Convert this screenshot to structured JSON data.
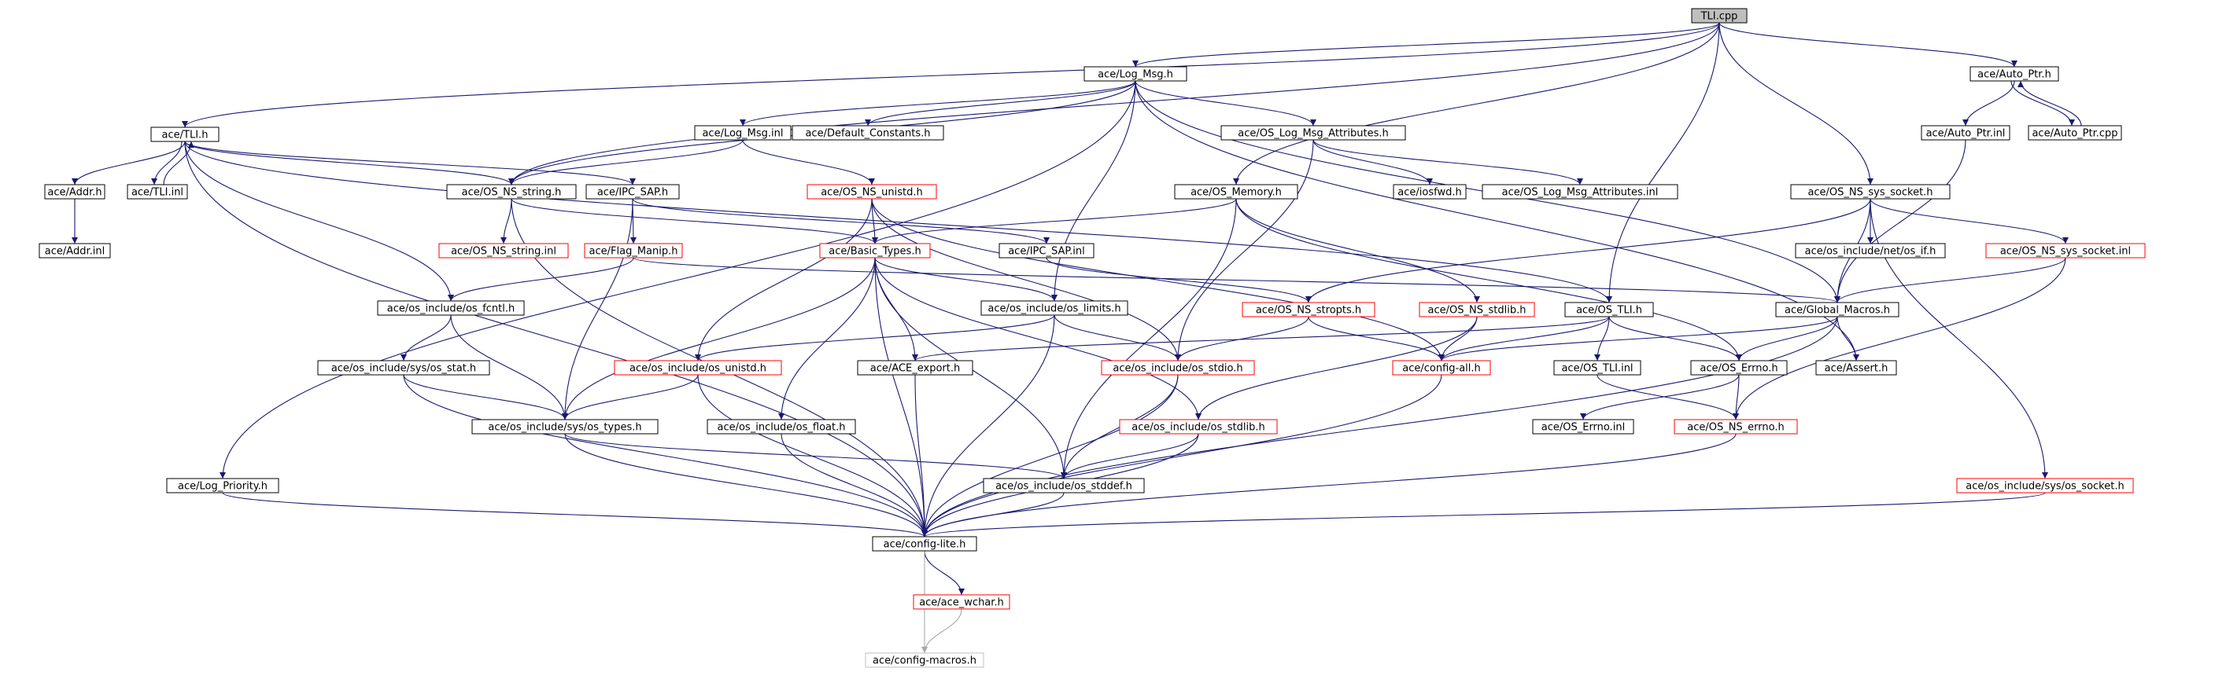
{
  "colors": {
    "edge": "#191970",
    "include_edge": "#a9a9a9",
    "root_fill": "#bfbfbf",
    "complete_border": "#000000",
    "incomplete_border": "#ff0000",
    "undocumented_border": "#bfbfbf"
  },
  "nodes": {
    "tli_cpp": "TLI.cpp",
    "log_msg_h": "ace/Log_Msg.h",
    "auto_ptr_h": "ace/Auto_Ptr.h",
    "tli_h": "ace/TLI.h",
    "log_msg_inl": "ace/Log_Msg.inl",
    "default_constants_h": "ace/Default_Constants.h",
    "os_log_msg_attributes_h": "ace/OS_Log_Msg_Attributes.h",
    "auto_ptr_inl": "ace/Auto_Ptr.inl",
    "auto_ptr_cpp": "ace/Auto_Ptr.cpp",
    "addr_h": "ace/Addr.h",
    "tli_inl": "ace/TLI.inl",
    "os_ns_string_h": "ace/OS_NS_string.h",
    "ipc_sap_h": "ace/IPC_SAP.h",
    "os_ns_unistd_h": "ace/OS_NS_unistd.h",
    "os_memory_h": "ace/OS_Memory.h",
    "iosfwd_h": "ace/iosfwd.h",
    "os_log_msg_attributes_inl": "ace/OS_Log_Msg_Attributes.inl",
    "os_ns_sys_socket_h": "ace/OS_NS_sys_socket.h",
    "addr_inl": "ace/Addr.inl",
    "os_ns_string_inl": "ace/OS_NS_string.inl",
    "flag_manip_h": "ace/Flag_Manip.h",
    "basic_types_h": "ace/Basic_Types.h",
    "ipc_sap_inl": "ace/IPC_SAP.inl",
    "os_if_h": "ace/os_include/net/os_if.h",
    "os_ns_sys_socket_inl": "ace/OS_NS_sys_socket.inl",
    "os_fcntl_h": "ace/os_include/os_fcntl.h",
    "os_limits_h": "ace/os_include/os_limits.h",
    "os_ns_stropts_h": "ace/OS_NS_stropts.h",
    "os_ns_stdlib_h": "ace/OS_NS_stdlib.h",
    "os_tli_h": "ace/OS_TLI.h",
    "global_macros_h": "ace/Global_Macros.h",
    "os_stat_h": "ace/os_include/sys/os_stat.h",
    "os_unistd_h": "ace/os_include/os_unistd.h",
    "ace_export_h": "ace/ACE_export.h",
    "os_stdio_h": "ace/os_include/os_stdio.h",
    "config_all_h": "ace/config-all.h",
    "os_tli_inl": "ace/OS_TLI.inl",
    "os_errno_h": "ace/OS_Errno.h",
    "assert_h": "ace/Assert.h",
    "os_types_h": "ace/os_include/sys/os_types.h",
    "os_float_h": "ace/os_include/os_float.h",
    "os_stdlib_h": "ace/os_include/os_stdlib.h",
    "os_errno_inl": "ace/OS_Errno.inl",
    "os_ns_errno_h": "ace/OS_NS_errno.h",
    "log_priority_h": "ace/Log_Priority.h",
    "os_stddef_h": "ace/os_include/os_stddef.h",
    "os_socket_h": "ace/os_include/sys/os_socket.h",
    "config_lite_h": "ace/config-lite.h",
    "ace_wchar_h": "ace/ace_wchar.h",
    "config_macros_h": "ace/config-macros.h"
  }
}
